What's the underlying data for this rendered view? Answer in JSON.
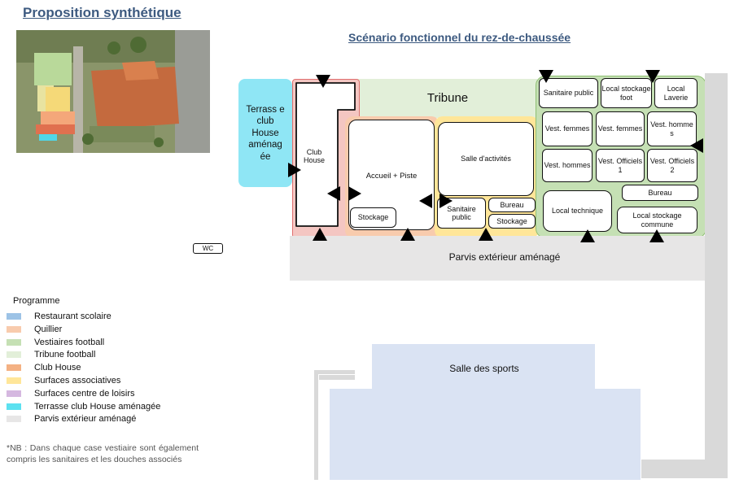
{
  "title": "Proposition synthétique",
  "subtitle": "Scénario fonctionnel du rez-de-chaussée",
  "zones": {
    "terrasse": "Terrass e club House aménag ée",
    "tribune": "Tribune",
    "parvis": "Parvis extérieur aménagé",
    "salle_sports": "Salle des sports"
  },
  "rooms": {
    "club_house": "Club House",
    "accueil_piste": "Accueil + Piste",
    "stockage_1": "Stockage",
    "salle_activites": "Salle d'activités",
    "sanitaire_public_1": "Sanitaire public",
    "bureau_1": "Bureau",
    "stockage_2": "Stockage",
    "sanitaire_public_2": "Sanitaire public",
    "local_stockage_foot": "Local stockage foot",
    "local_laverie": "Local Laverie",
    "vest_femmes_1": "Vest. femmes",
    "vest_femmes_2": "Vest. femmes",
    "vest_hommes_1": "Vest. homme s",
    "vest_hommes_2": "Vest. hommes",
    "vest_officiels_1": "Vest. Officiels 1",
    "vest_officiels_2": "Vest. Officiels 2",
    "bureau_2": "Bureau",
    "local_technique": "Local technique",
    "local_stockage_commune": "Local stockage commune",
    "wc": "WC"
  },
  "legend": {
    "title": "Programme",
    "items": [
      {
        "label": "Restaurant scolaire",
        "color": "#9dc3e6"
      },
      {
        "label": "Quillier",
        "color": "#f8cbad"
      },
      {
        "label": "Vestiaires football",
        "color": "#c5e0b4"
      },
      {
        "label": "Tribune football",
        "color": "#e2efd9"
      },
      {
        "label": "Club House",
        "color": "#f4b183"
      },
      {
        "label": "Surfaces associatives",
        "color": "#ffe699"
      },
      {
        "label": "Surfaces centre de loisirs",
        "color": "#d5b8e0"
      },
      {
        "label": "Terrasse club House aménagée",
        "color": "#5ce1f0"
      },
      {
        "label": "Parvis extérieur aménagé",
        "color": "#e7e6e6"
      }
    ]
  },
  "note": "*NB : Dans chaque case vestiaire sont également compris les sanitaires et les douches associés"
}
